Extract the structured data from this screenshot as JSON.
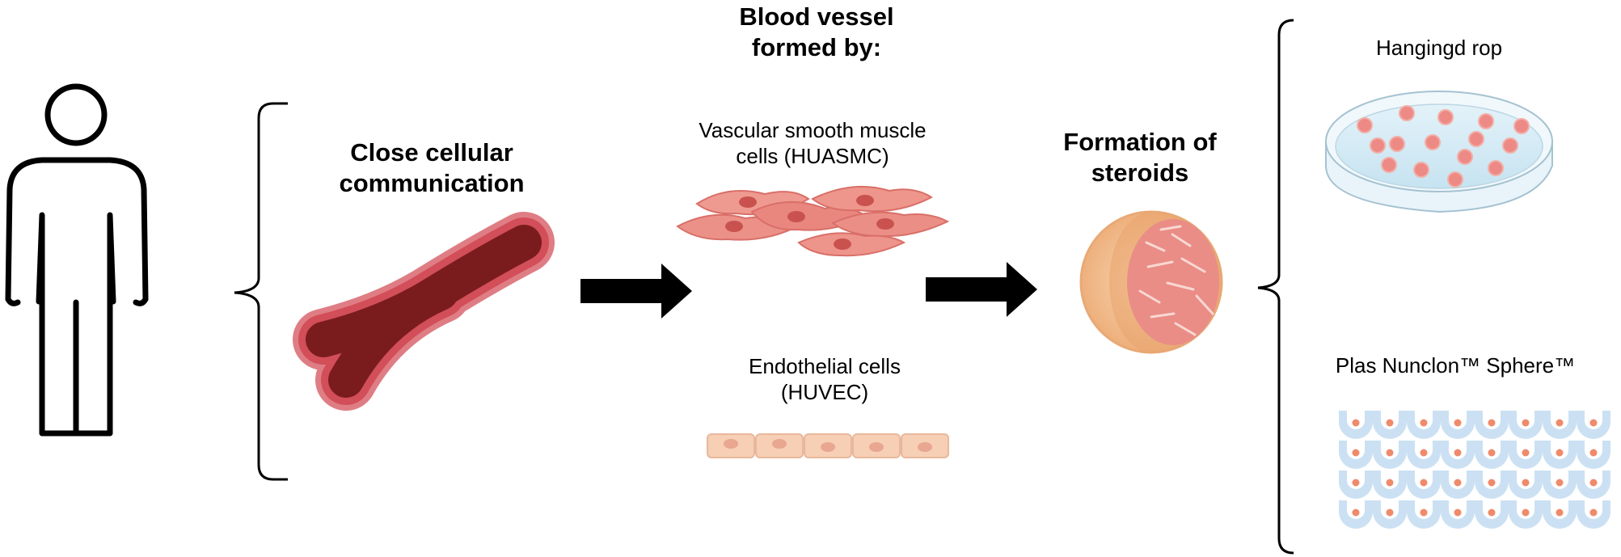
{
  "labels": {
    "communication_line1": "Close cellular",
    "communication_line2": "communication",
    "vessel_title_line1": "Blood vessel",
    "vessel_title_line2": "formed by:",
    "smooth_muscle_line1": "Vascular smooth muscle",
    "smooth_muscle_line2": "cells (HUASMC)",
    "endothelial_line1": "Endothelial cells",
    "endothelial_line2": "(HUVEC)",
    "formation_line1": "Formation of",
    "formation_line2": "steroids",
    "hanging_drop": "Hangingd rop",
    "nunclon": "Plas Nunclon™ Sphere™"
  },
  "colors": {
    "vessel_dark": "#7a1c1e",
    "vessel_wall": "#d9616a",
    "cell_pink": "#ec8f87",
    "cell_nucleus": "#c9524f",
    "endothelial": "#f6cfb4",
    "spheroid_outer": "#f3c6a0",
    "dish_liquid": "#cfe8f3",
    "well_blue": "#cbe1f3",
    "well_dot": "#ef8a6b"
  },
  "icons": [
    "person-icon",
    "blood-vessel-icon",
    "smooth-muscle-cells-icon",
    "endothelial-cells-icon",
    "spheroid-icon",
    "petri-dish-icon",
    "well-plate-icon"
  ]
}
